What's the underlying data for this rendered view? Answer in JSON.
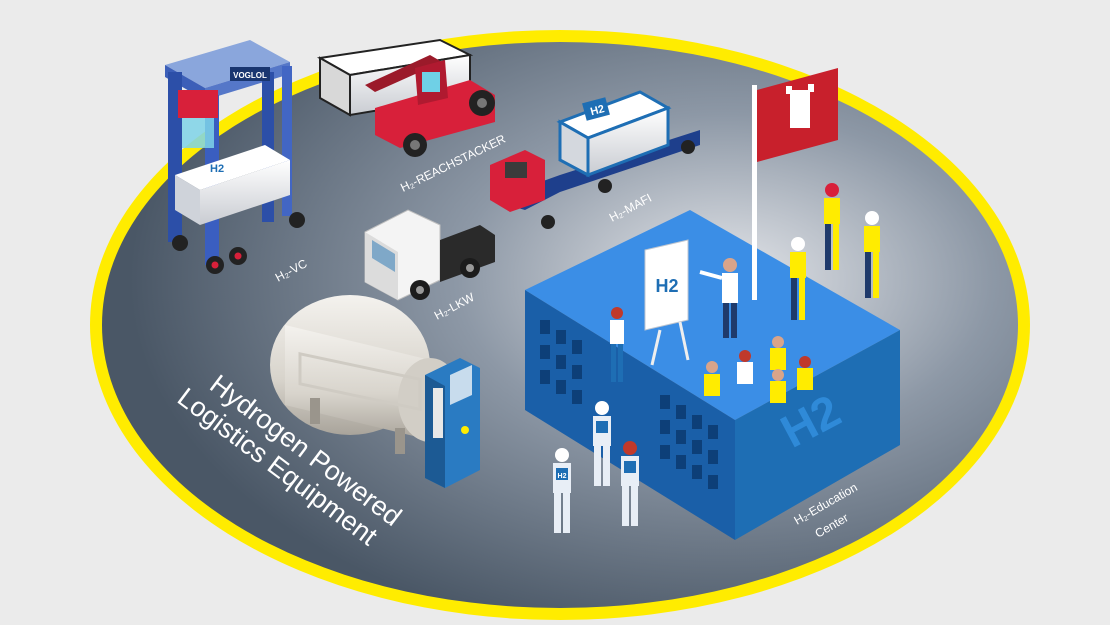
{
  "title": {
    "line1": "Hydrogen Powered",
    "line2": "Logistics Equipment"
  },
  "labels": {
    "vc": "H₂-VC",
    "reachstacker": "H₂-REACHSTACKER",
    "mafi": "H₂-MAFI",
    "lkw": "H₂-LKW",
    "education_line1": "H₂-Education",
    "education_line2": "Center"
  },
  "signs": {
    "flipchart": "H2",
    "building_wall": "H2",
    "tank_container": "H2",
    "vc_container": "H2",
    "worker_badge": "H2",
    "vc_display": "VOGLOL"
  },
  "colors": {
    "background": "#ebebeb",
    "platform_ring": "#ffec00",
    "platform_floor": "#5a6878",
    "building_blue": "#1e6eb4",
    "reachstacker_red": "#d8203a",
    "flag_red": "#c8202c"
  },
  "icons": [
    "straddle-carrier-icon",
    "reachstacker-icon",
    "mafi-trailer-icon",
    "truck-icon",
    "hydrogen-tank-icon",
    "fuel-dispenser-icon",
    "education-building-icon",
    "hamburg-flag-icon",
    "worker-icon"
  ]
}
